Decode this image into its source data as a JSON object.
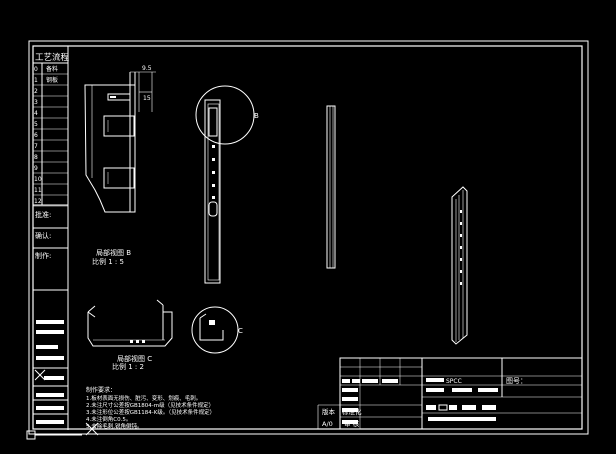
{
  "process_table": {
    "title": "工艺流程",
    "rows": [
      {
        "no": "0",
        "step": "备料"
      },
      {
        "no": "1",
        "step": "钢板"
      },
      {
        "no": "2",
        "step": ""
      },
      {
        "no": "3",
        "step": ""
      },
      {
        "no": "4",
        "step": ""
      },
      {
        "no": "5",
        "step": ""
      },
      {
        "no": "6",
        "step": ""
      },
      {
        "no": "7",
        "step": ""
      },
      {
        "no": "8",
        "step": ""
      },
      {
        "no": "9",
        "step": ""
      },
      {
        "no": "10",
        "step": ""
      },
      {
        "no": "11",
        "step": ""
      },
      {
        "no": "12",
        "step": ""
      }
    ],
    "approval_labels": [
      "批准:",
      "确认:",
      "制作:"
    ]
  },
  "views": {
    "dimension_top": "9.5",
    "dimension_side": "15",
    "detail_b_title": "局部视图 B",
    "detail_b_scale": "比例 1 : 5",
    "detail_b_label": "B",
    "detail_c_title": "局部视图 C",
    "detail_c_scale": "比例 1 : 2",
    "detail_c_label": "C"
  },
  "notes": {
    "heading": "制作要求：",
    "lines": [
      "1.板材表面无损伤、脏污、变形、划痕、毛刺。",
      "2.未注尺寸公差按GB1804-m级（见技术条件规定）",
      "3.未注形位公差按GB1184-K级。（见技术条件规定）",
      "4.未注倒角C0.5。",
      "5.去除毛刺,锐角倒钝。"
    ]
  },
  "title_block": {
    "material": "SPCC",
    "drawing_no_label": "图号：",
    "version_label": "版本",
    "standard_label": "标准化",
    "revision_a": "A/0",
    "audit_label": "审 核"
  }
}
